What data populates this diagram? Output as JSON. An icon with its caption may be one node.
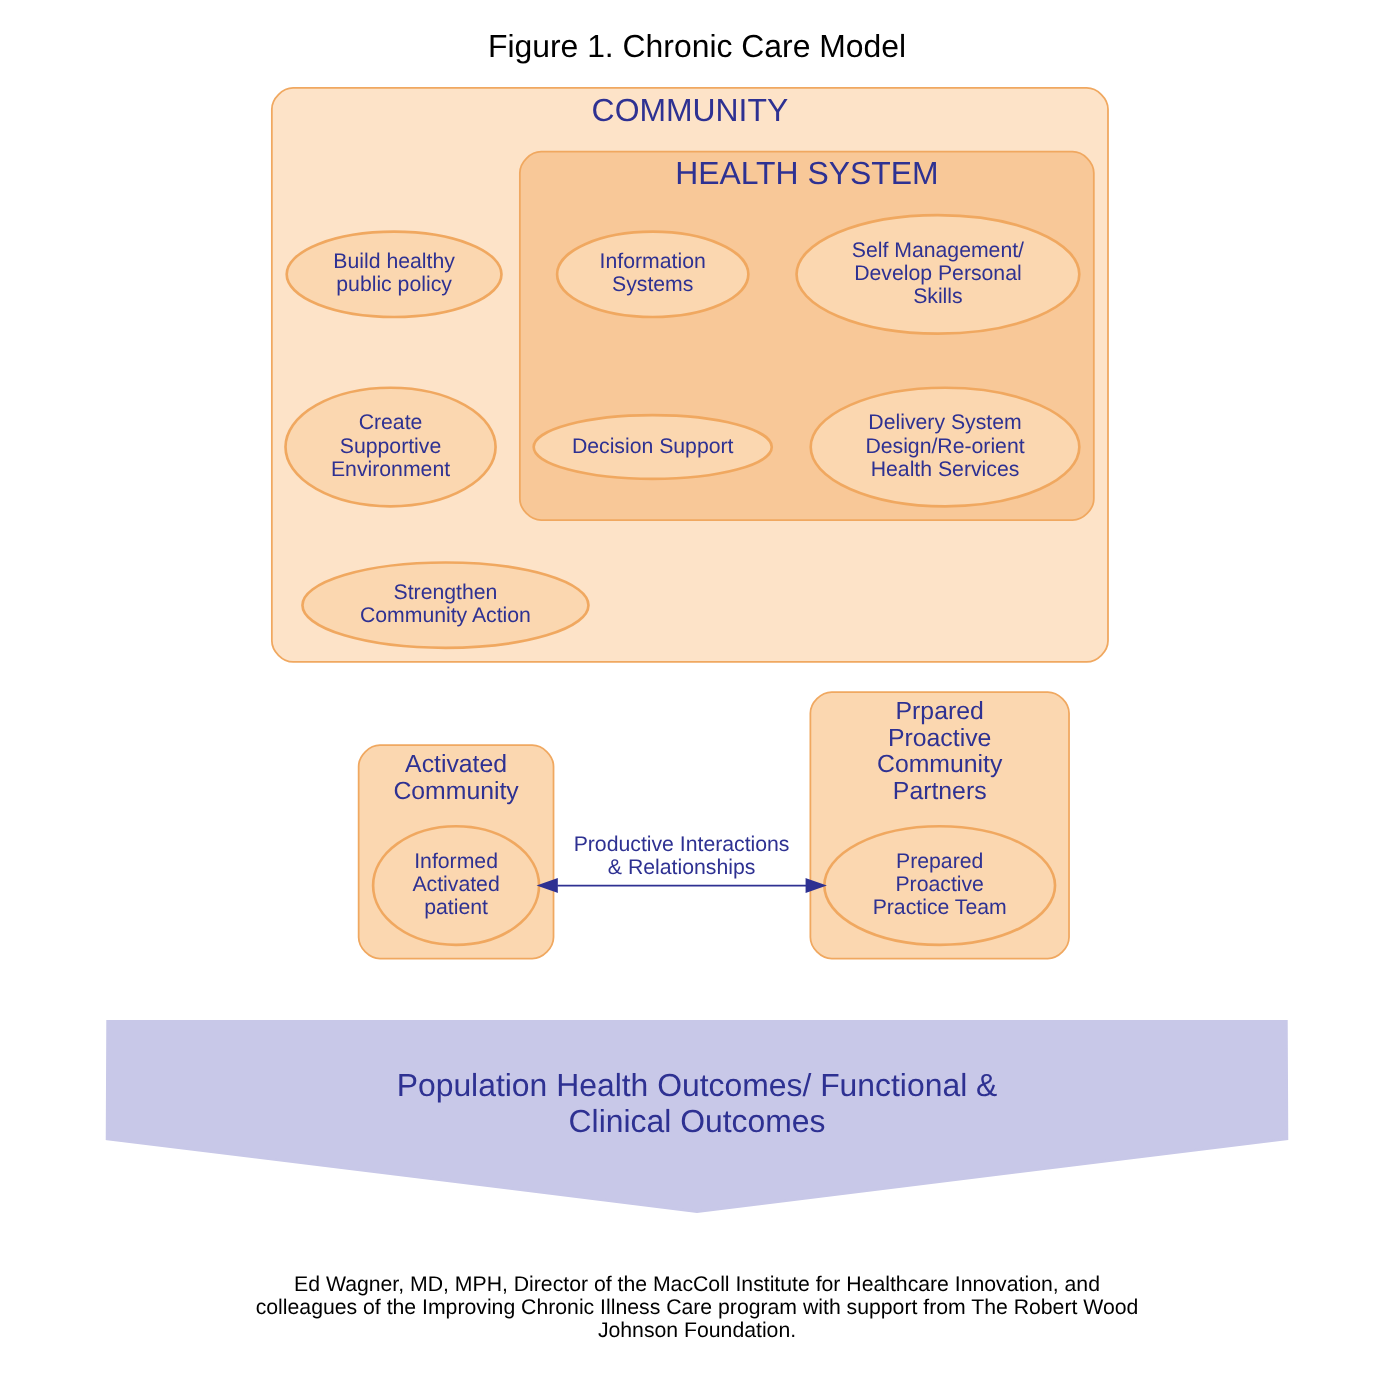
{
  "diagram": {
    "title": "Figure 1. Chronic Care Model",
    "caption": "Ed Wagner, MD, MPH, Director of the MacColl Institute for Healthcare Innovation, and colleagues of the Improving Chronic Illness Care program with support from The Robert Wood Johnson Foundation.",
    "nodes": [
      {
        "text": [
          "COMMUNITY"
        ]
      },
      {
        "text": [
          "Build healthy public policy"
        ],
        "in": 0
      },
      {
        "text": [
          "Create Supportive Environment"
        ],
        "in": 0
      },
      {
        "text": [
          "Strengthen Community Action"
        ],
        "in": 0
      },
      {
        "text": [
          "HEALTH SYSTEM"
        ],
        "in": 0
      },
      {
        "text": [
          "Self Management/ Develop Personal Skills"
        ],
        "in": 4
      },
      {
        "text": [
          "Delivery System Design/Re-orient Health Services"
        ],
        "in": 4
      },
      {
        "text": [
          "Information Systems"
        ],
        "in": 4
      },
      {
        "text": [
          "Decision Support"
        ],
        "in": 4
      },
      {
        "text": [
          "Activated Community"
        ]
      },
      {
        "text": [
          "Informed Activated patient"
        ],
        "in": 9
      },
      {
        "text": [
          "Prpared Proactive Community Partners"
        ]
      },
      {
        "text": [
          "Prepared Proactive Practice Team"
        ],
        "in": 11
      },
      {
        "text": [
          "Population Health Outcomes/ Functional & Clinical Outcomes"
        ]
      }
    ],
    "edges": [
      {
        "from": 10,
        "to": 12,
        "arrow": "both",
        "label": "Productive Interactions & Relationships"
      }
    ]
  }
}
